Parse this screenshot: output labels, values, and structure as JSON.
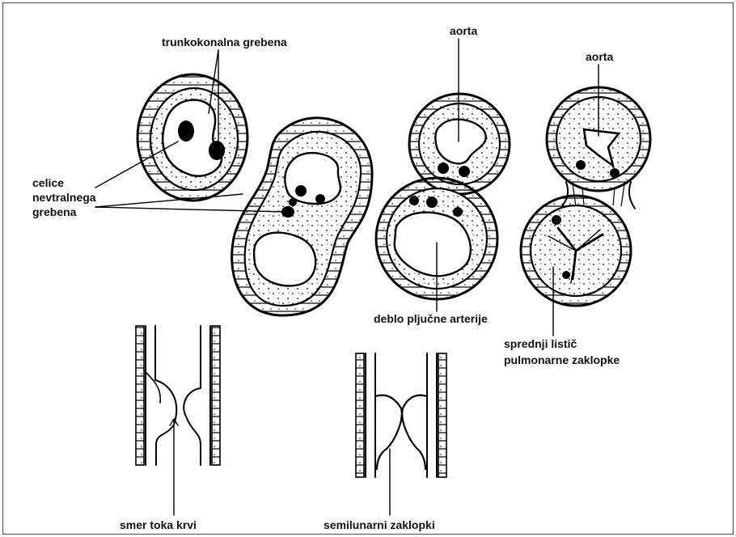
{
  "labels": {
    "trunkokonalna": "trunkokonalna grebena",
    "aorta_1": "aorta",
    "aorta_2": "aorta",
    "celice_line1": "celice",
    "celice_line2": "nevtralnega",
    "celice_line3": "grebena",
    "deblo": "deblo pljučne arterije",
    "spredni_line1": "sprednji listič",
    "spredni_line2": "pulmonarne zaklopke",
    "smer": "smer toka krvi",
    "semilunarni": "semilunarni zaklopki"
  }
}
